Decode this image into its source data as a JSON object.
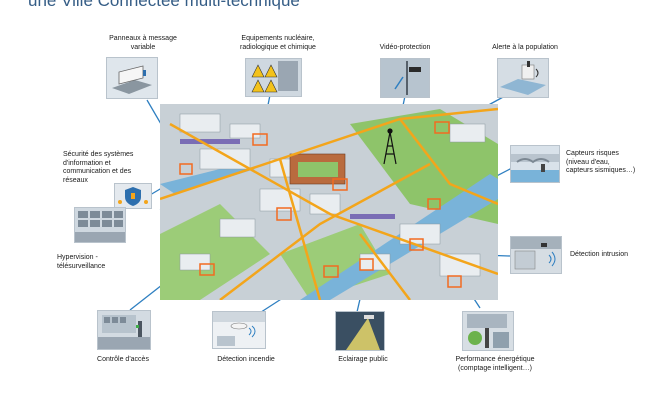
{
  "title": "une Ville Connectée multi-technique",
  "labels": {
    "panneaux": [
      "Panneaux à message",
      "variable"
    ],
    "equipements": [
      "Equipements nucléaire,",
      "radiologique et chimique"
    ],
    "video": [
      "Vidéo-protection"
    ],
    "alerte": [
      "Alerte à la population"
    ],
    "securite": [
      "Sécurité des systèmes",
      "d'information et",
      "communication et des",
      "réseaux"
    ],
    "capteurs": [
      "Capteurs risques",
      "(niveau d'eau,",
      "capteurs sismiques…)"
    ],
    "hypervision": [
      "Hypervision -",
      "télésurveillance"
    ],
    "intrusion": [
      "Détection intrusion"
    ],
    "controle": [
      "Contrôle d'accès"
    ],
    "incendie": [
      "Détection incendie"
    ],
    "eclairage": [
      "Eclairage public"
    ],
    "performance": [
      "Performance énergétique",
      "(comptage intelligent…)"
    ]
  },
  "colors": {
    "connector": "#2e7fc1",
    "road": "#f3a51b",
    "marker": "#f26b21",
    "title": "#355d86",
    "water": "#79b3d9",
    "grass": "#8ec46a"
  },
  "icons": [
    "vms-sign-icon",
    "hazard-sign-icon",
    "cctv-camera-icon",
    "siren-icon",
    "shield-network-icon",
    "water-sensor-icon",
    "monitor-wall-icon",
    "intrusion-sensor-icon",
    "access-gate-icon",
    "fire-detector-icon",
    "street-lamp-icon",
    "energy-meter-icon",
    "antenna-icon"
  ]
}
